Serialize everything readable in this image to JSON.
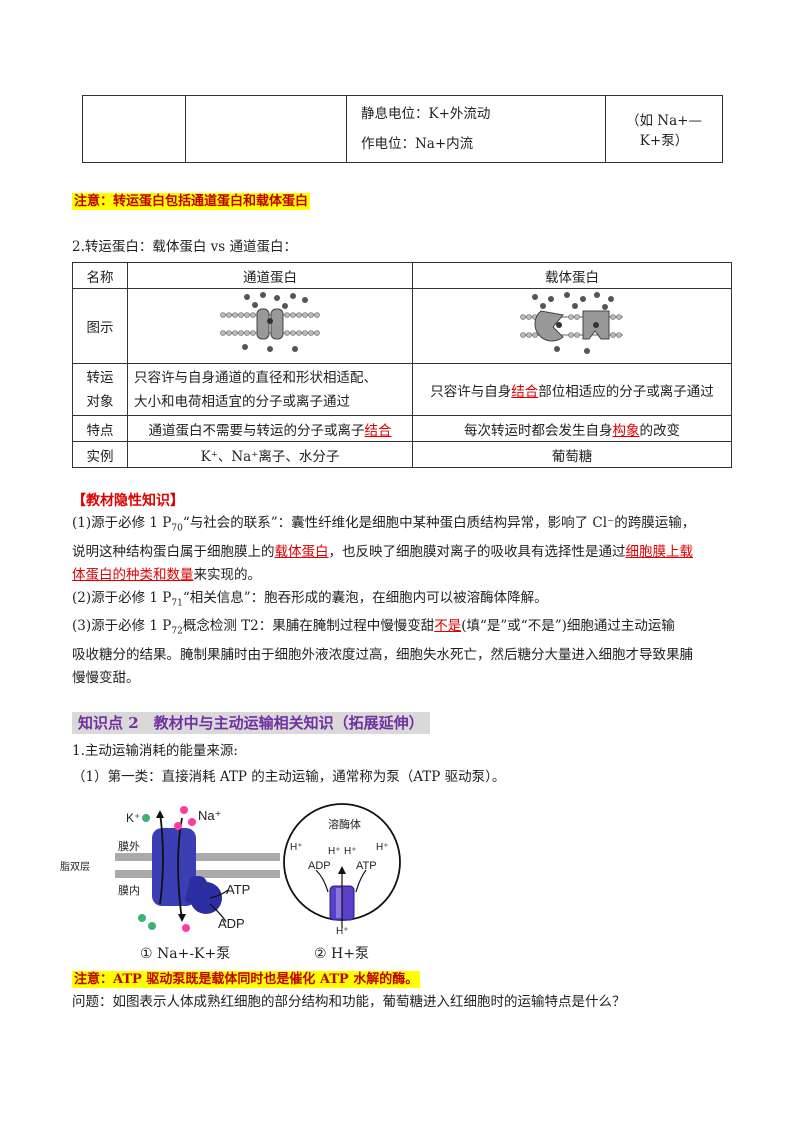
{
  "top_table": {
    "row_text1": "静息电位：K+外流动",
    "row_text2": "作电位：Na+内流",
    "example": "（如 Na+—K+泵）"
  },
  "note1": "注意：转运蛋白包括通道蛋白和载体蛋白",
  "section2_title": "2.转运蛋白：载体蛋白 vs 通道蛋白：",
  "compare_table": {
    "headers": [
      "名称",
      "通道蛋白",
      "载体蛋白"
    ],
    "row_image_label": "图示",
    "row_transport_label_1": "转运",
    "row_transport_label_2": "对象",
    "channel_transport_1": "只容许与自身通道的直径和形状相适配、",
    "channel_transport_2": "大小和电荷相适宜的分子或离子通过",
    "carrier_transport_pre": "只容许与自身",
    "carrier_transport_red": "结合",
    "carrier_transport_post": "部位相适应的分子或离子通过",
    "row_feature_label": "特点",
    "channel_feature_pre": "通道蛋白不需要与转运的分子或离子",
    "channel_feature_red": "结合",
    "carrier_feature_pre": "每次转运时都会发生自身",
    "carrier_feature_red": "构象",
    "carrier_feature_post": "的改变",
    "row_example_label": "实例",
    "channel_example": "K⁺、Na⁺离子、水分子",
    "carrier_example": "葡萄糖"
  },
  "hidden_title": "【教材隐性知识】",
  "hidden_items": {
    "p1_a": "(1)源于必修 1 P",
    "p1_sub": "70",
    "p1_b": "“与社会的联系”：囊性纤维化是细胞中某种蛋白质结构异常，影响了 Cl⁻的跨膜运输，",
    "p1_c": "说明这种结构蛋白属于细胞膜上的",
    "p1_red1": "载体蛋白",
    "p1_d": "，也反映了细胞膜对离子的吸收具有选择性是通过",
    "p1_red2a": "细胞膜上载",
    "p1_red2b": "体蛋白的种类和数量",
    "p1_e": "来实现的。",
    "p2_a": "(2)源于必修 1 P",
    "p2_sub": "71",
    "p2_b": "“相关信息”：胞吞形成的囊泡，在细胞内可以被溶酶体降解。",
    "p3_a": "(3)源于必修 1 P",
    "p3_sub": "72",
    "p3_b": "概念检测 T2：果脯在腌制过程中慢慢变甜",
    "p3_red": "不是",
    "p3_c": "(填“是”或“不是”)细胞通过主动运输",
    "p3_d": "吸收糖分的结果。腌制果脯时由于细胞外液浓度过高，细胞失水死亡，然后糖分大量进入细胞才导致果脯",
    "p3_e": "慢慢变甜。"
  },
  "section_kp2": "知识点 2　教材中与主动运输相关知识（拓展延伸）",
  "energy_title": "1.主动运输消耗的能量来源:",
  "energy_type1": "（1）第一类：直接消耗 ATP 的主动运输，通常称为泵（ATP 驱动泵）。",
  "pump_fig": {
    "k_label": "K⁺",
    "na_label": "Na⁺",
    "outside": "膜外",
    "bilayer": "脂双层",
    "inside": "膜内",
    "atp": "ATP",
    "adp": "ADP",
    "caption": "① Na+-K+泵"
  },
  "lyso_fig": {
    "title": "溶酶体",
    "h": "H⁺",
    "adp": "ADP",
    "atp": "ATP",
    "caption": "② H+泵"
  },
  "note2": "注意：ATP 驱动泵既是载体同时也是催化 ATP 水解的酶。",
  "question": "问题：如图表示人体成熟红细胞的部分结构和功能，葡萄糖进入红细胞时的运输特点是什么？"
}
